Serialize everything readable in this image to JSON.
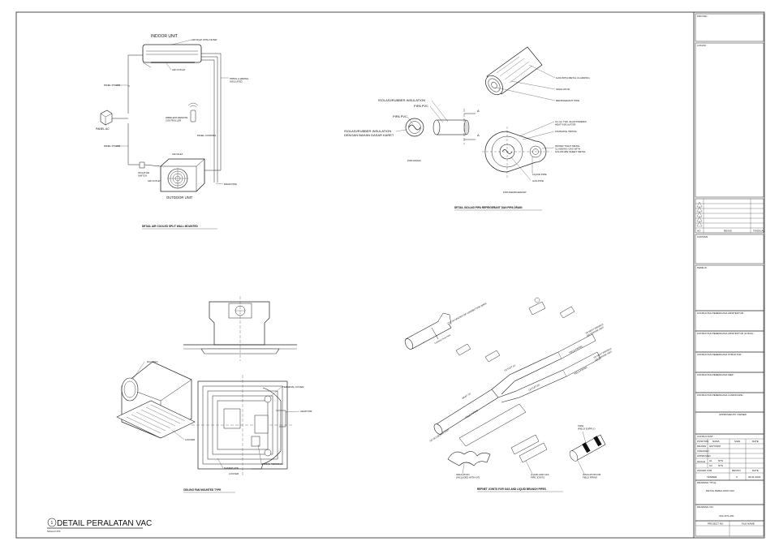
{
  "details": {
    "split": {
      "caption": "DETAIL AIR COOLED SPLIT WALL MOUNTED",
      "indoor_unit": "INDOOR UNIT",
      "air_inlet_filter": "AIR INLET WITH FILTER",
      "air_outlet": "AIR OUTLET",
      "panel_power_1": "PANEL POWER",
      "panel_ac": "PANEL AC",
      "remote": [
        "WIRELESS REMOTE",
        "CONTROLLER"
      ],
      "panel_control": "PANEL CONTROL",
      "panel_power_2": "PANEL POWER",
      "piping": [
        "PIPING & WIRING",
        "INSULATED"
      ],
      "air_inlet": "AIR INLET",
      "isolator": [
        "ISOLATOR",
        "SWITCH"
      ],
      "air_outlet_2": "AIR OUTLET",
      "drain_pipe": "DRAIN PIPE",
      "outdoor_unit": "OUTDOOR UNIT"
    },
    "insulation": {
      "caption": "DETAIL ISOLASI PIPA REFRIGERANT DAN PIPA DRAIN",
      "gas_cladding": "GAS WITH METAL CLADDING",
      "insulator": "INSULATOR",
      "refrigerant_pipe": "REFRIGERANT PIPE",
      "rubber_1": "ISOLASI/RUBBER INSULATION",
      "pvc_1": "PIPA PVC",
      "pvc_2": "PIPA PVC",
      "rubber_2": [
        "ISOLASI/RUBBER INSULATION",
        "DENGAN BAHAN DASAR KARET"
      ],
      "drain": "PIPA DRAIN",
      "sec_a1": "A",
      "sec_a2": "A",
      "elastomeric": [
        "19 mm THK. ELASTOMERIC",
        "HEAT INSULATOR"
      ],
      "finishing": "FINISHING TAPING",
      "watertight": [
        "WATER TIGHT METAL",
        "CLADDING GAS WITH",
        "GALVANIZE SHEET METAL"
      ],
      "liquid_pipe": "LIQUID PIPE",
      "gas_pipe": "GAS PIPE",
      "refrigerant": "PIPA REFRIGERANT"
    },
    "cassette": {
      "caption": "CEILING FAN MOUNTED TYPE",
      "ducting": "DUCTING",
      "louver_1": "LOUVER",
      "terminal_cover": "TERMINAL COVER",
      "adaptor": "ADAPTOR",
      "nameplate": "NAMEPLATE",
      "louver_2": "LOUVER",
      "wiring": "WIRING TERMINAL"
    },
    "refnet": {
      "caption": "REFNET JOINTS FOR GAS AND LIQUID BRANCH PIPES",
      "cut": "CUT IN CENTER OF CONNECTION AREA",
      "connection": "CONNECTION PIPE",
      "to_outdoor": "TO OUTDOOR UNIT",
      "field_piping_1": "FIELD PIPING",
      "field_piping_2": "FIELD PIPING",
      "field_piping_3": "FIELD PIPING",
      "outlet_1": "OUTLET (1)",
      "outlet_2": "OUTLET (2)",
      "inlet": "INLET (1)",
      "next_branch_1": [
        "TO NEXT BRANCH",
        "OR INDOOR UNIT"
      ],
      "next_branch_2": [
        "TO NEXT BRANCH",
        "OR INDOOR UNIT"
      ],
      "tape": [
        "TAPE",
        "(FIELD SUPPLY)"
      ],
      "insulation_kit": [
        "INSULATION",
        "(INCLUDED WITH KIT)"
      ],
      "liquid_gas": [
        "LIQUID AND GAS",
        "PIPE JOINTS"
      ],
      "insulator_field": [
        "INSULATOR FOR",
        "FIELD PIPING"
      ]
    }
  },
  "sheet_title": {
    "number": "1",
    "title": "DETAIL PERALATAN VAC",
    "scale": "SKALA NTS"
  },
  "title_block": {
    "proyek": "PROYEK :",
    "lokasi": "LOKASI :",
    "rev_no": "NO",
    "rev_desc": "REVISI",
    "rev_date": "TANGGAL",
    "catatan": "CATATAN :",
    "pemilik": "PEMILIK :",
    "kons_arsitektur": "KONSULTAN PERENCANA ARSITEKTUR :",
    "kons_arsitektur_lansekap": "KONSULTAN PERENCANA ARSITEKTUR (LOKAL) :",
    "kons_struktur": "KONSULTAN PERENCANA STRUKTUR :",
    "kons_mep": "KONSULTAN PERENCANA MEP :",
    "kons_landscape": "KONSULTAN PERENCANA LANDSCAPE :",
    "approved_owner": "APPROVED BY OWNER",
    "consultant": "CONSULTANT :",
    "position": "POSITION",
    "nama": "NAMA",
    "sign": "SIGN",
    "date": "DATE",
    "drawn": "DRAWN",
    "drawn_by": "GD/YFDM",
    "checked": "CHECKED",
    "approved": "APPROVED",
    "scale": "SCALE",
    "scale_a1": "A1",
    "scale_a3": "A3",
    "nts_1": "NTS",
    "nts_2": "NTS",
    "issued_for": "ISSUED FOR",
    "revno": "REVNO",
    "date2": "DATE",
    "tender": "TENDER",
    "rev_val": "0",
    "date_val": "02-01-2024",
    "drawing_title_label": "DRAWING TITLE",
    "drawing_title": "DETAIL PERALATAN VAC",
    "drawing_no_label": "DRAWING NO :",
    "drawing_no": "VAC-DTL-001",
    "project_no": "PROJECT NO",
    "file_name": "FILE NAME"
  }
}
